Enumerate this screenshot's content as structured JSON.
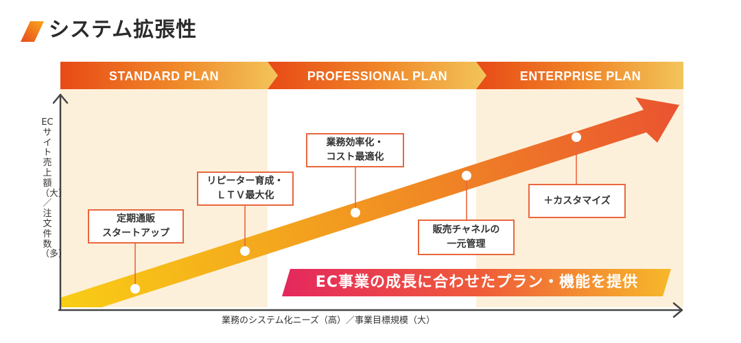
{
  "header": {
    "title": "システム拡張性",
    "accent_colors": [
      "#e8491d",
      "#f7a81b"
    ]
  },
  "plans": [
    {
      "label": "STANDARD PLAN"
    },
    {
      "label": "PROFESSIONAL PLAN"
    },
    {
      "label": "ENTERPRISE PLAN"
    }
  ],
  "features": [
    {
      "label": "定期通販\nスタートアップ"
    },
    {
      "label": "リピーター育成・\nＬＴＶ最大化"
    },
    {
      "label": "業務効率化・\nコスト最適化"
    },
    {
      "label": "販売チャネルの\n一元管理"
    },
    {
      "label": "＋カスタマイズ"
    }
  ],
  "axes": {
    "y_label": "ECサイト売上額（大）／注文件数（多）",
    "x_label": "業務のシステム化ニーズ（高）／事業目標規模（大）"
  },
  "banner": {
    "text": "EC事業の成長に合わせたプラン・機能を提供"
  },
  "colors": {
    "plan_column_bg": "#fdf0da",
    "box_border": "#e8663c",
    "arrow_start": "#f9c81a",
    "arrow_end": "#ea5a2e",
    "banner_start": "#e4285a",
    "banner_end": "#f7b42a"
  }
}
